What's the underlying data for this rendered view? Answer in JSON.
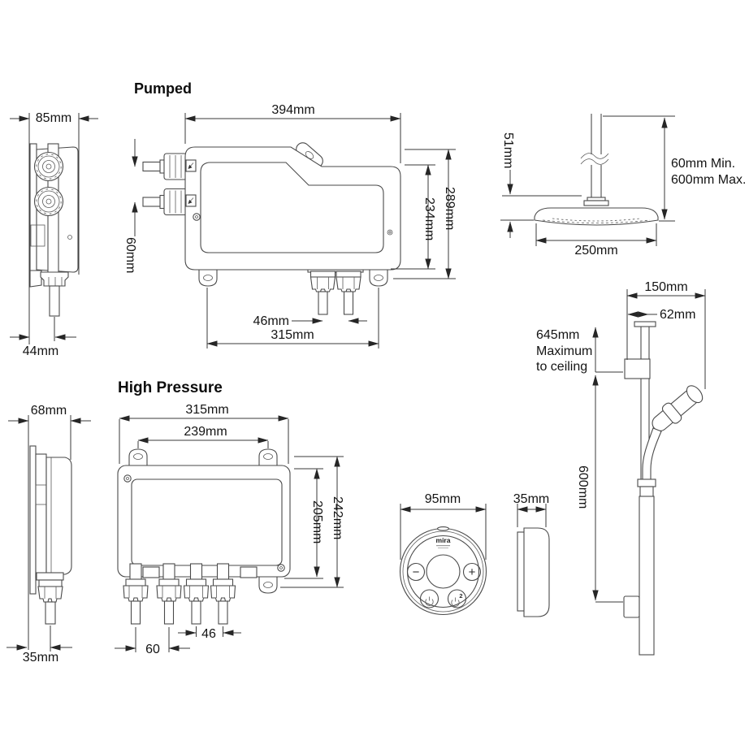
{
  "drawing": {
    "pumped": {
      "title": "Pumped",
      "side_width": "85mm",
      "side_outlet": "44mm",
      "width": "394mm",
      "height_outer": "289mm",
      "height_inner": "234mm",
      "inlet_spacing": "60mm",
      "outlet_spacing": "46mm",
      "fixing_centres": "315mm"
    },
    "high_pressure": {
      "title": "High Pressure",
      "side_width": "68mm",
      "side_outlet": "35mm",
      "width": "315mm",
      "fixing_centres": "239mm",
      "height_outer": "242mm",
      "height_inner": "205mm",
      "outlet_spacing_a": "60",
      "outlet_spacing_b": "46"
    },
    "overhead_shower": {
      "head_drop": "51mm",
      "drop_min": "60mm Min.",
      "drop_max": "600mm Max.",
      "head_diameter": "250mm"
    },
    "controller": {
      "diameter": "95mm",
      "depth": "35mm",
      "brand": "mira",
      "minus": "−",
      "plus": "+",
      "outlet_badge": "2"
    },
    "slide_rail": {
      "wall_offset": "150mm",
      "bracket_offset": "62mm",
      "ceiling_line1": "645mm",
      "ceiling_line2": "Maximum",
      "ceiling_line3": "to ceiling",
      "rail_length": "600mm"
    }
  }
}
